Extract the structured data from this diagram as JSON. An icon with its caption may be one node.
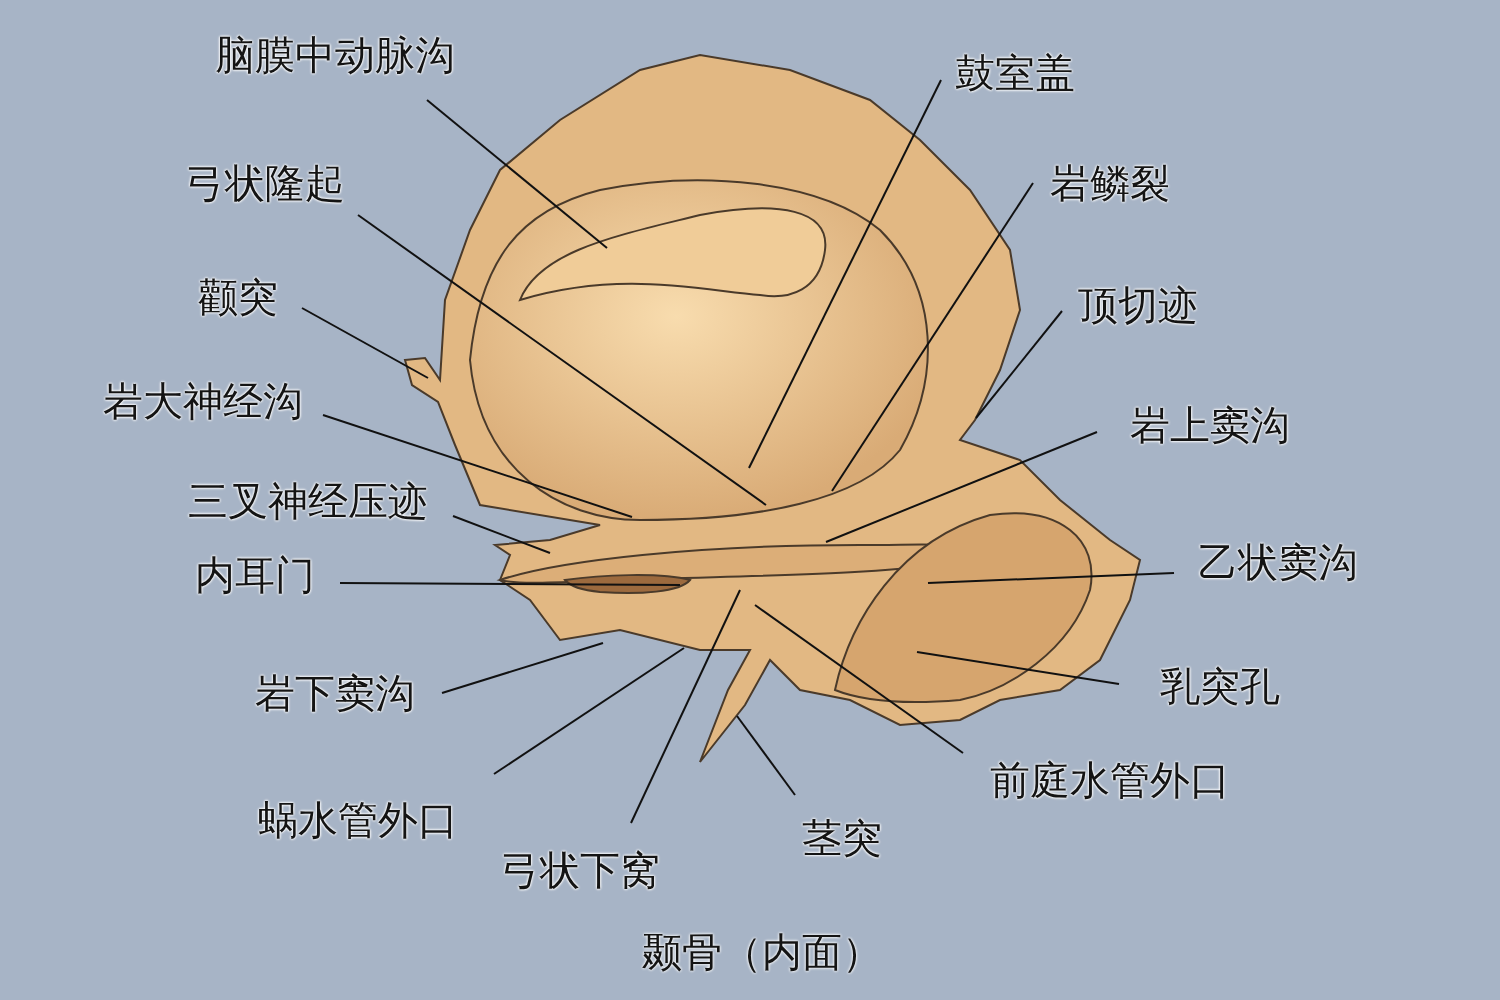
{
  "diagram": {
    "title": "颞骨（内面）",
    "nodes": [
      {
        "text": [
          "脑膜中动脉沟"
        ]
      },
      {
        "text": [
          "弓状隆起"
        ]
      },
      {
        "text": [
          "颧突"
        ]
      },
      {
        "text": [
          "岩大神经沟"
        ]
      },
      {
        "text": [
          "三叉神经压迹"
        ]
      },
      {
        "text": [
          "内耳门"
        ]
      },
      {
        "text": [
          "岩下窦沟"
        ]
      },
      {
        "text": [
          "蜗水管外口"
        ]
      },
      {
        "text": [
          "弓状下窝"
        ]
      },
      {
        "text": [
          "茎突"
        ]
      },
      {
        "text": [
          "前庭水管外口"
        ]
      },
      {
        "text": [
          "乳突孔"
        ]
      },
      {
        "text": [
          "乙状窦沟"
        ]
      },
      {
        "text": [
          "岩上窦沟"
        ]
      },
      {
        "text": [
          "顶切迹"
        ]
      },
      {
        "text": [
          "岩鳞裂"
        ]
      },
      {
        "text": [
          "鼓室盖"
        ]
      }
    ],
    "edges": [
      {
        "from": 0,
        "to": null,
        "arrow": "none"
      },
      {
        "from": 1,
        "to": null,
        "arrow": "none"
      },
      {
        "from": 2,
        "to": null,
        "arrow": "none"
      },
      {
        "from": 3,
        "to": null,
        "arrow": "none"
      },
      {
        "from": 4,
        "to": null,
        "arrow": "none"
      },
      {
        "from": 5,
        "to": null,
        "arrow": "none"
      },
      {
        "from": 6,
        "to": null,
        "arrow": "none"
      },
      {
        "from": 7,
        "to": null,
        "arrow": "none"
      },
      {
        "from": 8,
        "to": null,
        "arrow": "none"
      },
      {
        "from": 9,
        "to": null,
        "arrow": "none"
      },
      {
        "from": 10,
        "to": null,
        "arrow": "none"
      },
      {
        "from": 11,
        "to": null,
        "arrow": "none"
      },
      {
        "from": 12,
        "to": null,
        "arrow": "none"
      },
      {
        "from": 13,
        "to": null,
        "arrow": "none"
      },
      {
        "from": 14,
        "to": null,
        "arrow": "none"
      },
      {
        "from": 15,
        "to": null,
        "arrow": "none"
      },
      {
        "from": 16,
        "to": null,
        "arrow": "none"
      }
    ]
  }
}
